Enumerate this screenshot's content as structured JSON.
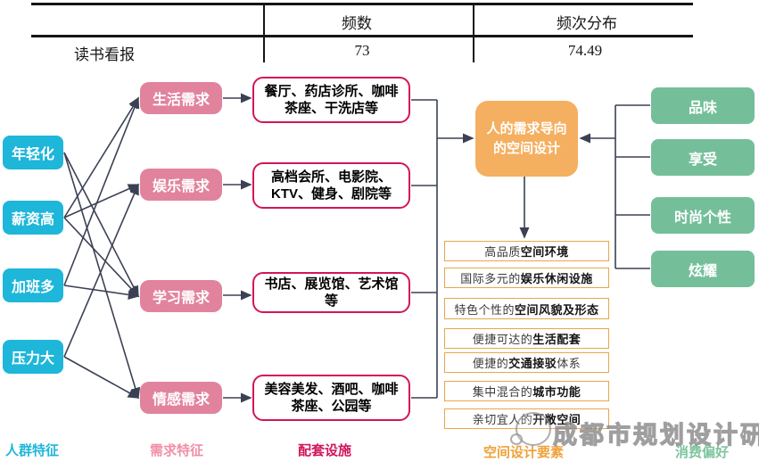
{
  "table": {
    "col_frequency": "频数",
    "col_distribution": "频次分布",
    "row_label": "读书看报",
    "row_frequency": "73",
    "row_distribution": "74.49"
  },
  "groups": {
    "characteristics": {
      "title": "人群特征",
      "items": [
        {
          "label": "年轻化"
        },
        {
          "label": "薪资高"
        },
        {
          "label": "加班多"
        },
        {
          "label": "压力大"
        }
      ]
    },
    "needs": {
      "title": "需求特征",
      "items": [
        {
          "label": "生活需求"
        },
        {
          "label": "娱乐需求"
        },
        {
          "label": "学习需求"
        },
        {
          "label": "情感需求"
        }
      ]
    },
    "facilities": {
      "title": "配套设施",
      "items": [
        {
          "label": "餐厅、药店诊所、咖啡茶座、干洗店等"
        },
        {
          "label": "高档会所、电影院、KTV、健身、剧院等"
        },
        {
          "label": "书店、展览馆、艺术馆等"
        },
        {
          "label": "美容美发、酒吧、咖啡茶座、公园等"
        }
      ]
    },
    "design_core": {
      "label": "人的需求导向的空间设计"
    },
    "space_elements": {
      "title": "空间设计要素",
      "items": [
        {
          "pre": "高品质",
          "bold": "空间环境",
          "post": ""
        },
        {
          "pre": "国际多元的",
          "bold": "娱乐休闲设施",
          "post": ""
        },
        {
          "pre": "特色个性的",
          "bold": "空间风貌及形态",
          "post": ""
        },
        {
          "pre": "便捷可达的",
          "bold": "生活配套",
          "post": ""
        },
        {
          "pre": "便捷的",
          "bold": "交通接驳",
          "post": "体系"
        },
        {
          "pre": "集中混合的",
          "bold": "城市功能",
          "post": ""
        },
        {
          "pre": "亲切宜人的",
          "bold": "开敞空间",
          "post": ""
        }
      ]
    },
    "preferences": {
      "title": "消费偏好",
      "items": [
        {
          "label": "品味"
        },
        {
          "label": "享受"
        },
        {
          "label": "时尚个性"
        },
        {
          "label": "炫耀"
        }
      ]
    }
  },
  "edges": {
    "characteristics_to_needs": [
      [
        "年轻化",
        "学习需求"
      ],
      [
        "年轻化",
        "情感需求"
      ],
      [
        "薪资高",
        "生活需求"
      ],
      [
        "薪资高",
        "娱乐需求"
      ],
      [
        "薪资高",
        "学习需求"
      ],
      [
        "加班多",
        "生活需求"
      ],
      [
        "加班多",
        "学习需求"
      ],
      [
        "压力大",
        "娱乐需求"
      ],
      [
        "压力大",
        "情感需求"
      ]
    ],
    "needs_to_facilities": "each need points to the facility box in its row",
    "facilities_to_core": "all facility boxes merge into arrow entering core from left",
    "preferences_to_core": "all preference boxes merge into arrow entering core from right",
    "core_to_elements": "core points down to space-design element list"
  },
  "colors": {
    "characteristics": "#1eb6d9",
    "needs": "#e2839e",
    "facilities_border": "#d2155b",
    "core": "#f5af60",
    "preferences": "#74bf9a",
    "elements_border": "#e6a64c",
    "wire": "#3b4154"
  },
  "watermark": {
    "text": "成都市规划设计研究院"
  }
}
